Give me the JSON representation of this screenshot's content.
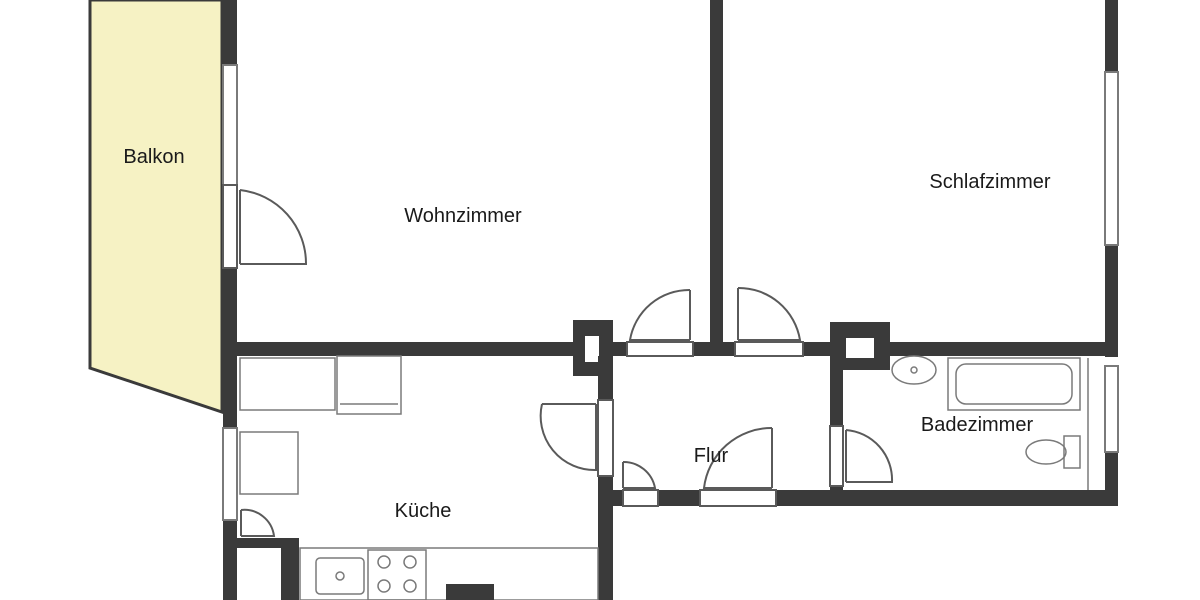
{
  "floorplan": {
    "rooms": {
      "balkon": "Balkon",
      "wohnzimmer": "Wohnzimmer",
      "schlafzimmer": "Schlafzimmer",
      "kueche": "Küche",
      "flur": "Flur",
      "badezimmer": "Badezimmer"
    },
    "colors": {
      "wall": "#3a3a3a",
      "balcony_fill": "#f6f2c4",
      "fixture_stroke": "#7a7a7a",
      "window_fill": "#ffffff"
    }
  }
}
